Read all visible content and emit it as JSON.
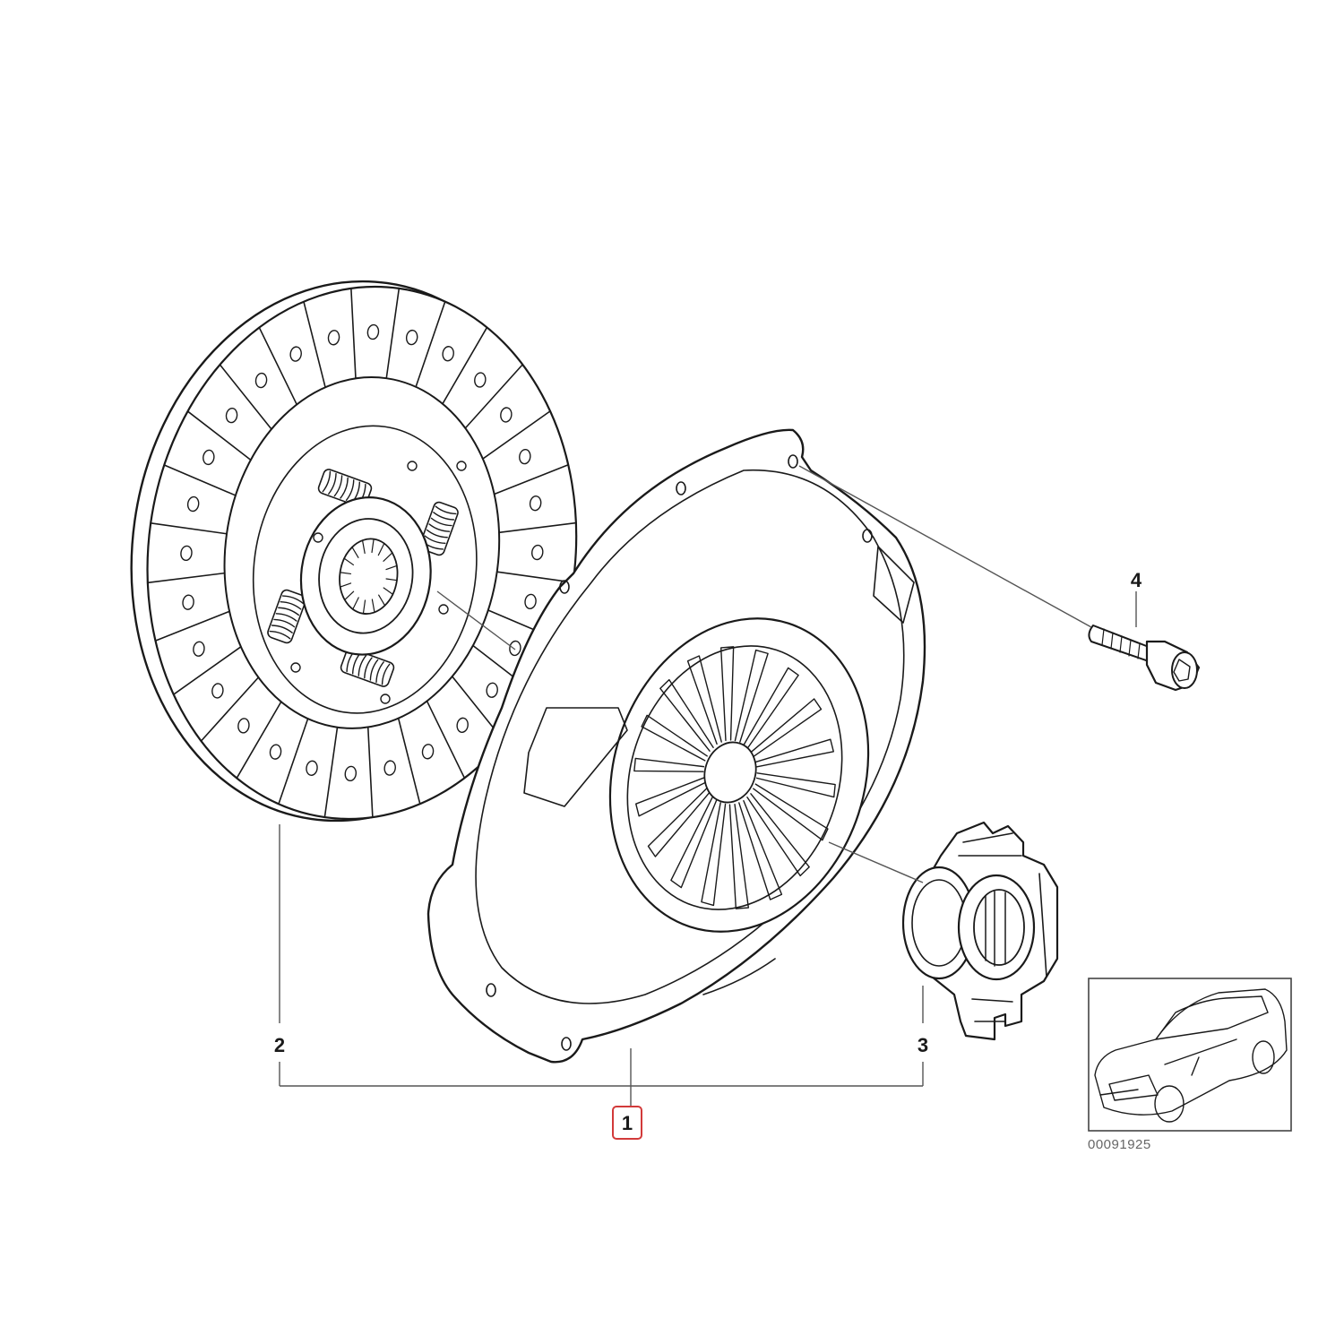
{
  "callouts": {
    "part_1": "1",
    "part_2": "2",
    "part_3": "3",
    "part_4": "4"
  },
  "highlighted_callout": "part_1",
  "diagram_number": "00091925",
  "colors": {
    "line": "#1a1a1a",
    "leader": "#555555",
    "highlight": "#d23a3a",
    "background": "#ffffff"
  },
  "icons": {
    "clutch_disc": "clutch-disc-icon",
    "pressure_plate": "pressure-plate-icon",
    "release_bearing": "release-bearing-icon",
    "bolt": "bolt-icon",
    "vehicle_thumbnail": "car-icon"
  }
}
